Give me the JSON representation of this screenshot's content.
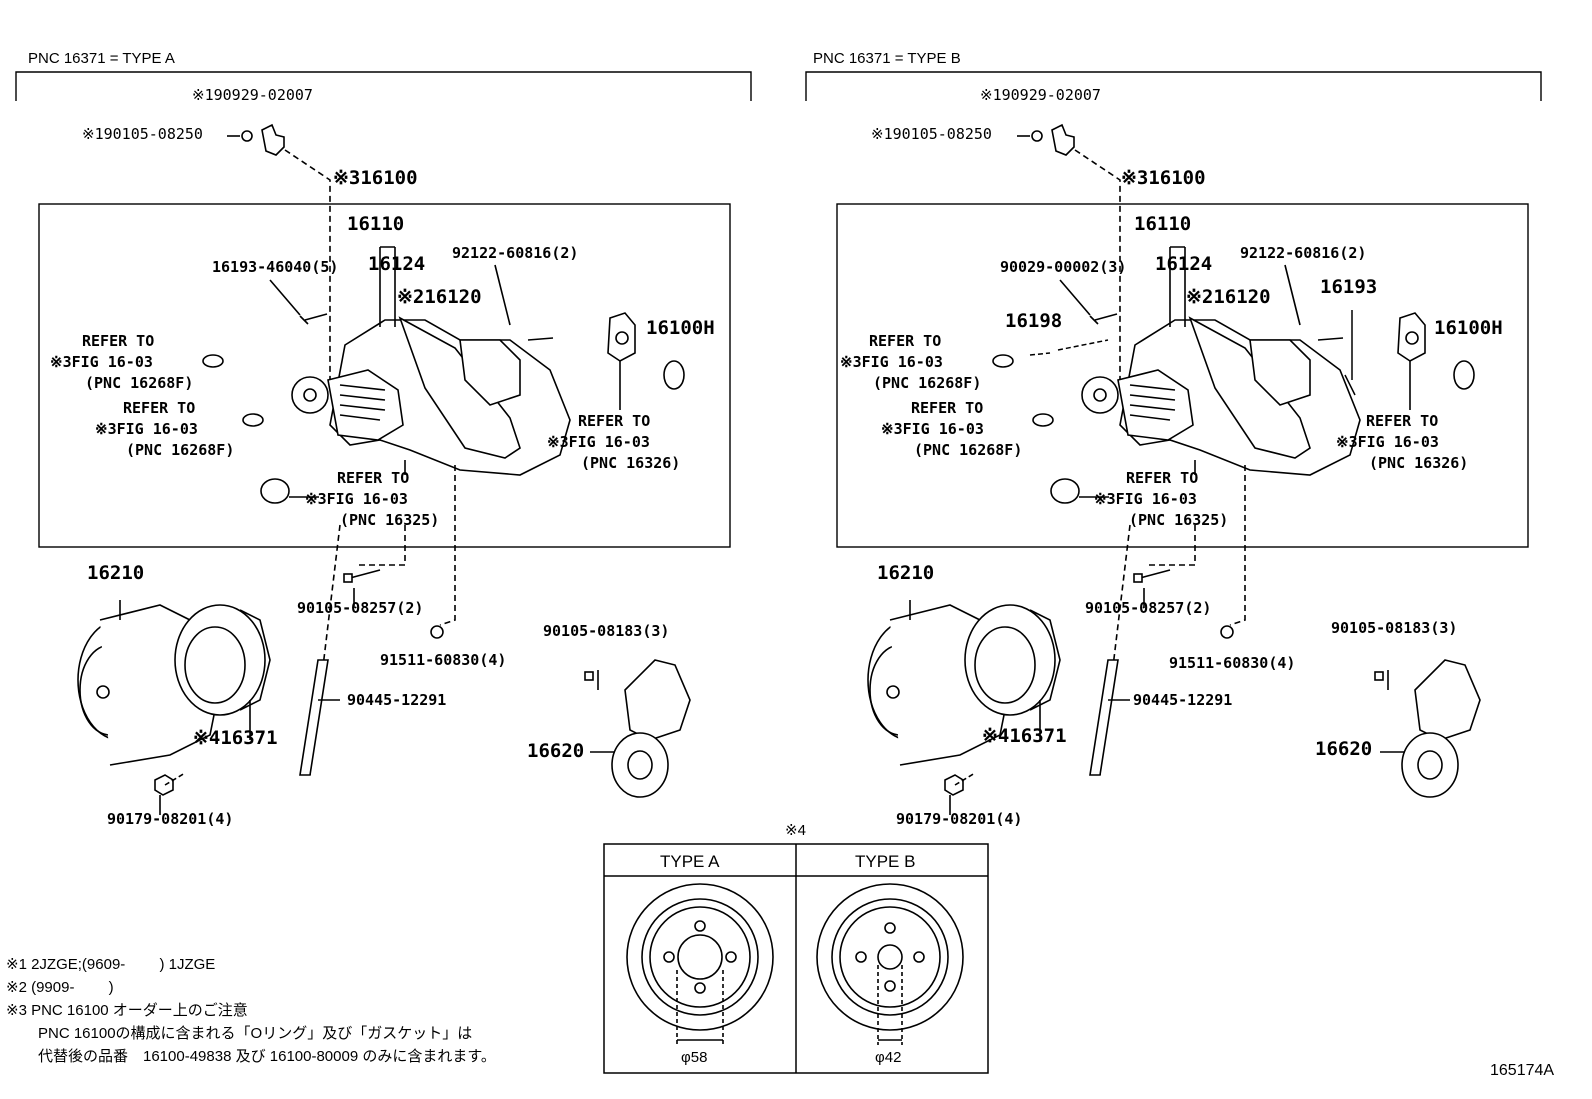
{
  "left": {
    "type_label": "PNC 16371 = TYPE A",
    "parts": {
      "p190929": "※190929-02007",
      "p190105": "※190105-08250",
      "p16100": "※316100",
      "p16110": "16110",
      "p16193": "16193-46040(5)",
      "p16124": "16124",
      "p92122": "92122-60816(2)",
      "p16120": "※216120",
      "p16100h": "16100H",
      "p16210": "16210",
      "p16371": "※416371",
      "p90105a": "90105-08257(2)",
      "p91511": "91511-60830(4)",
      "p90445": "90445-12291",
      "p90105b": "90105-08183(3)",
      "p16620": "16620",
      "p90179": "90179-08201(4)"
    },
    "refs": {
      "r1": [
        "REFER TO",
        "※3FIG 16-03",
        "(PNC 16268F)"
      ],
      "r2": [
        "REFER TO",
        "※3FIG 16-03",
        "(PNC 16268F)"
      ],
      "r3": [
        "REFER TO",
        "※3FIG 16-03",
        "(PNC 16326)"
      ],
      "r4": [
        "REFER TO",
        "※3FIG 16-03",
        "(PNC 16325)"
      ]
    }
  },
  "right": {
    "type_label": "PNC 16371 = TYPE B",
    "parts": {
      "p190929": "※190929-02007",
      "p190105": "※190105-08250",
      "p16100": "※316100",
      "p16110": "16110",
      "p90029": "90029-00002(3)",
      "p16124": "16124",
      "p92122": "92122-60816(2)",
      "p16120": "※216120",
      "p16193": "16193",
      "p16198": "16198",
      "p16100h": "16100H",
      "p16210": "16210",
      "p16371": "※416371",
      "p90105a": "90105-08257(2)",
      "p91511": "91511-60830(4)",
      "p90445": "90445-12291",
      "p90105b": "90105-08183(3)",
      "p16620": "16620",
      "p90179": "90179-08201(4)"
    },
    "refs": {
      "r1": [
        "REFER TO",
        "※3FIG 16-03",
        "(PNC 16268F)"
      ],
      "r2": [
        "REFER TO",
        "※3FIG 16-03",
        "(PNC 16268F)"
      ],
      "r3": [
        "REFER TO",
        "※3FIG 16-03",
        "(PNC 16326)"
      ],
      "r4": [
        "REFER TO",
        "※3FIG 16-03",
        "(PNC 16325)"
      ]
    }
  },
  "table": {
    "note": "※4",
    "type_a": "TYPE A",
    "type_b": "TYPE B",
    "dim_a": "φ58",
    "dim_b": "φ42"
  },
  "notes": {
    "n1": "※1 2JZGE;(9609-　　 ) 1JZGE",
    "n2": "※2 (9909-　　 )",
    "n3": "※3 PNC 16100 オーダー上のご注意",
    "n3b": "PNC 16100の構成に含まれる「Oリング」及び「ガスケット」は",
    "n3c": "代替後の品番　16100-49838 及び 16100-80009 のみに含まれます。"
  },
  "figure_id": "165174A"
}
